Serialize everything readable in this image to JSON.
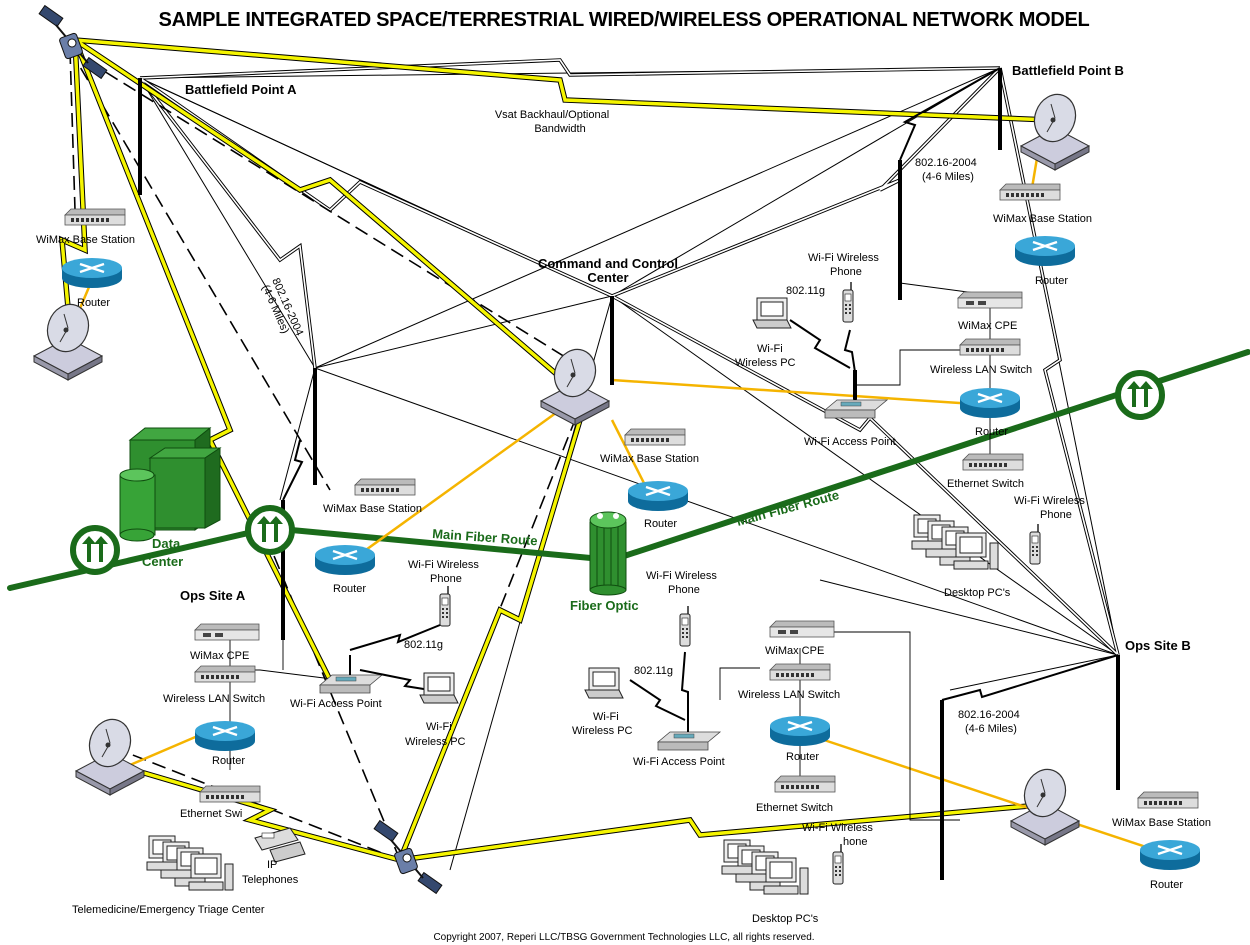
{
  "title": "SAMPLE INTEGRATED SPACE/TERRESTRIAL WIRED/WIRELESS OPERATIONAL NETWORK MODEL",
  "colors": {
    "fiber": "#1a6b1a",
    "satellite_link": "#f5f500",
    "ethernet": "#f5b400",
    "wireless": "#000000"
  },
  "sites": {
    "bpa": "Battlefield Point A",
    "bpb": "Battlefield Point B",
    "cc1": "Command and Control",
    "cc2": "Center",
    "opsa": "Ops  Site A",
    "opsb": "Ops  Site B"
  },
  "links": {
    "vsat1": "Vsat Backhaul/Optional",
    "vsat2": "Bandwidth",
    "wimax_a1": "802.16-2004",
    "wimax_a2": "(4-6 Miles)",
    "wimax_b1": "802.16-2004",
    "wimax_b2": "(4-6 Miles)",
    "wimax_c1": "802.16-2004",
    "wimax_c2": "(4-6 Miles)",
    "fiber_left": "Main Fiber Route",
    "fiber_right": "Main Fiber Route",
    "wifi_cc": "802.11g",
    "wifi_a": "802.11g",
    "wifi_c": "802.11g"
  },
  "devices": {
    "wimax_bs": "WiMax Base Station",
    "router": "Router",
    "wimax_cpe": "WiMax CPE",
    "wlan_switch": "Wireless LAN Switch",
    "eth_switch": "Ethernet Switch",
    "eth_switch_a": "Ethernet Swi",
    "ap": "Wi-Fi Access Point",
    "phone1": "Wi-Fi Wireless",
    "phone2": "Phone",
    "pc1": "Wi-Fi",
    "pc2": "Wireless PC",
    "desktops": "Desktop PC's",
    "data1": "Data",
    "data2": "Center",
    "fiber_optic": "Fiber Optic",
    "ip1": "IP",
    "ip2": "Telephones",
    "tele": "Telemedicine/Emergency Triage Center",
    "phone_b1": "Wi-Fi Wireless",
    "phone_b2": "Phone",
    "phone_c1": "Wi-Fi Wireless",
    "phone_c2": "hone",
    "pc_a1": "Wi-Fi",
    "pc_a2": "Wireless PC"
  },
  "copyright": "Copyright 2007, Reperi LLC/TBSG Government Technologies LLC, all rights reserved.",
  "icons": [
    "satellite-icon",
    "dish-icon",
    "router-icon",
    "switch-icon",
    "tower-icon",
    "pc-icon",
    "phone-icon",
    "fiber-hub-icon",
    "data-center-icon"
  ]
}
